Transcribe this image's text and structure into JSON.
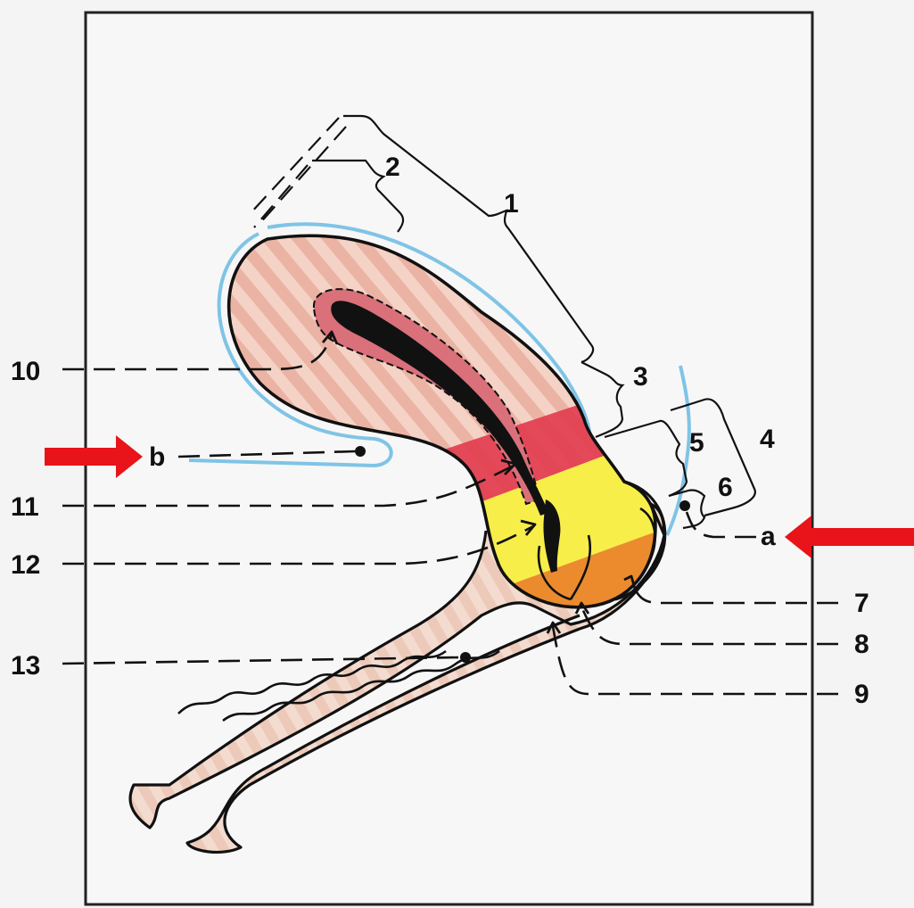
{
  "labels": {
    "n1": "1",
    "n2": "2",
    "n3": "3",
    "n4": "4",
    "n5": "5",
    "n6": "6",
    "n7": "7",
    "n8": "8",
    "n9": "9",
    "n10": "10",
    "n11": "11",
    "n12": "12",
    "n13": "13",
    "a": "a",
    "b": "b"
  },
  "colors": {
    "highlight_arrow": "#e8141a",
    "body_fill": "#f2cfc2",
    "stripe": "#e9a99a",
    "red_band": "#e23a4c",
    "yellow_zone": "#f7ee4a",
    "orange_zone": "#eb8b2e",
    "serosa": "#7fc4e6",
    "canal": "#f0d6c8"
  }
}
